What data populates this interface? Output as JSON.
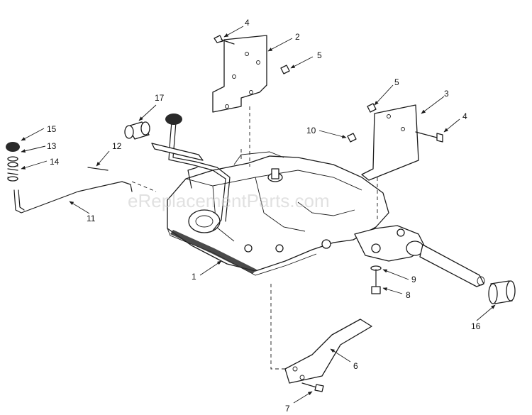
{
  "watermark": "eReplacementParts.com",
  "callouts": [
    "1",
    "2",
    "3",
    "4",
    "4",
    "5",
    "5",
    "6",
    "7",
    "8",
    "9",
    "10",
    "11",
    "12",
    "13",
    "14",
    "15",
    "16",
    "17"
  ]
}
